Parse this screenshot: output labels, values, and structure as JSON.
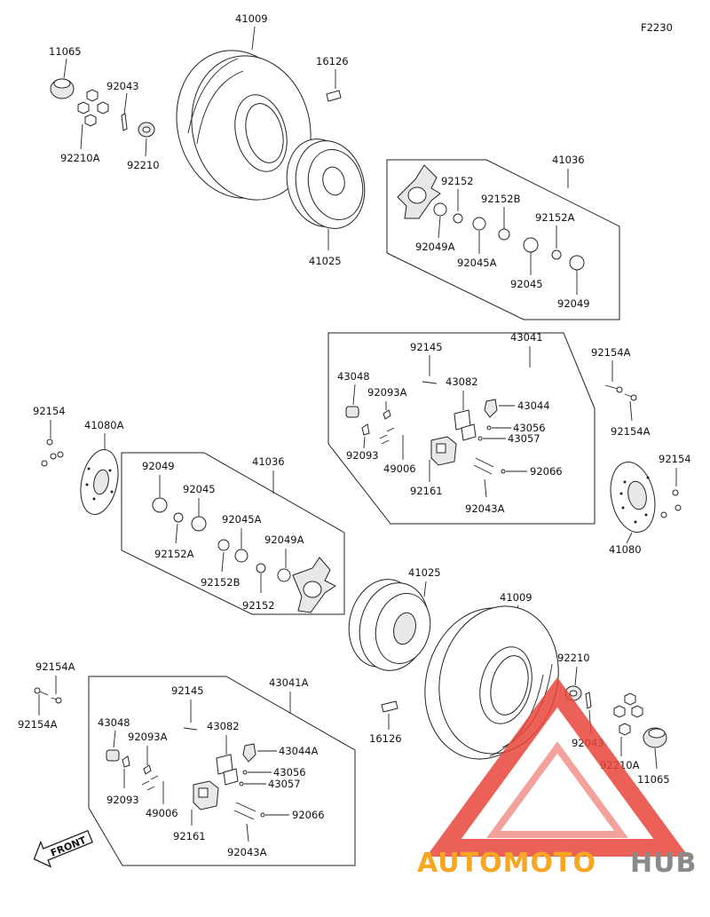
{
  "diagram_code": "F2230",
  "front_label": "FRONT",
  "watermark": {
    "part1": "AUTOMOTO",
    "part2": "HUB",
    "color_orange": "#f5a623",
    "color_red": "#e8463b",
    "color_gray": "#8a8a8a"
  },
  "labels": {
    "l11065_a": "11065",
    "l92043_a": "92043",
    "l92210A_a": "92210A",
    "l92210_a": "92210",
    "l41009_a": "41009",
    "l16126_a": "16126",
    "l41025_a": "41025",
    "l41036_a": "41036",
    "l92152_a": "92152",
    "l92152B_a": "92152B",
    "l92049A_a": "92049A",
    "l92152A_a": "92152A",
    "l92045A_a": "92045A",
    "l92045_a": "92045",
    "l92049_a": "92049",
    "l43041": "43041",
    "l92145_a": "92145",
    "l43048_a": "43048",
    "l43082_a": "43082",
    "l92093A_a": "92093A",
    "l43044": "43044",
    "l43056_a": "43056",
    "l43057_a": "43057",
    "l92093_a": "92093",
    "l49006_a": "49006",
    "l92066_a": "92066",
    "l92161_a": "92161",
    "l92043A_a": "92043A",
    "l92154A_a1": "92154A",
    "l92154A_a2": "92154A",
    "l92154_a": "92154",
    "l41080A": "41080A",
    "l92154_b": "92154",
    "l41080": "41080",
    "l41036_b": "41036",
    "l92049_b": "92049",
    "l92045_b": "92045",
    "l92045A_b": "92045A",
    "l92049A_b": "92049A",
    "l92152A_b": "92152A",
    "l92152B_b": "92152B",
    "l92152_b": "92152",
    "l41025_b": "41025",
    "l41009_b": "41009",
    "l92210_b": "92210",
    "l92043_b": "92043",
    "l92210A_b": "92210A",
    "l11065_b": "11065",
    "l16126_b": "16126",
    "l92154A_b1": "92154A",
    "l92154A_b2": "92154A",
    "l43041A": "43041A",
    "l92145_b": "92145",
    "l43048_b": "43048",
    "l43082_b": "43082",
    "l92093A_b": "92093A",
    "l43044A": "43044A",
    "l43056_b": "43056",
    "l43057_b": "43057",
    "l92093_b": "92093",
    "l49006_b": "49006",
    "l92066_b": "92066",
    "l92161_b": "92161",
    "l92043A_b": "92043A"
  }
}
